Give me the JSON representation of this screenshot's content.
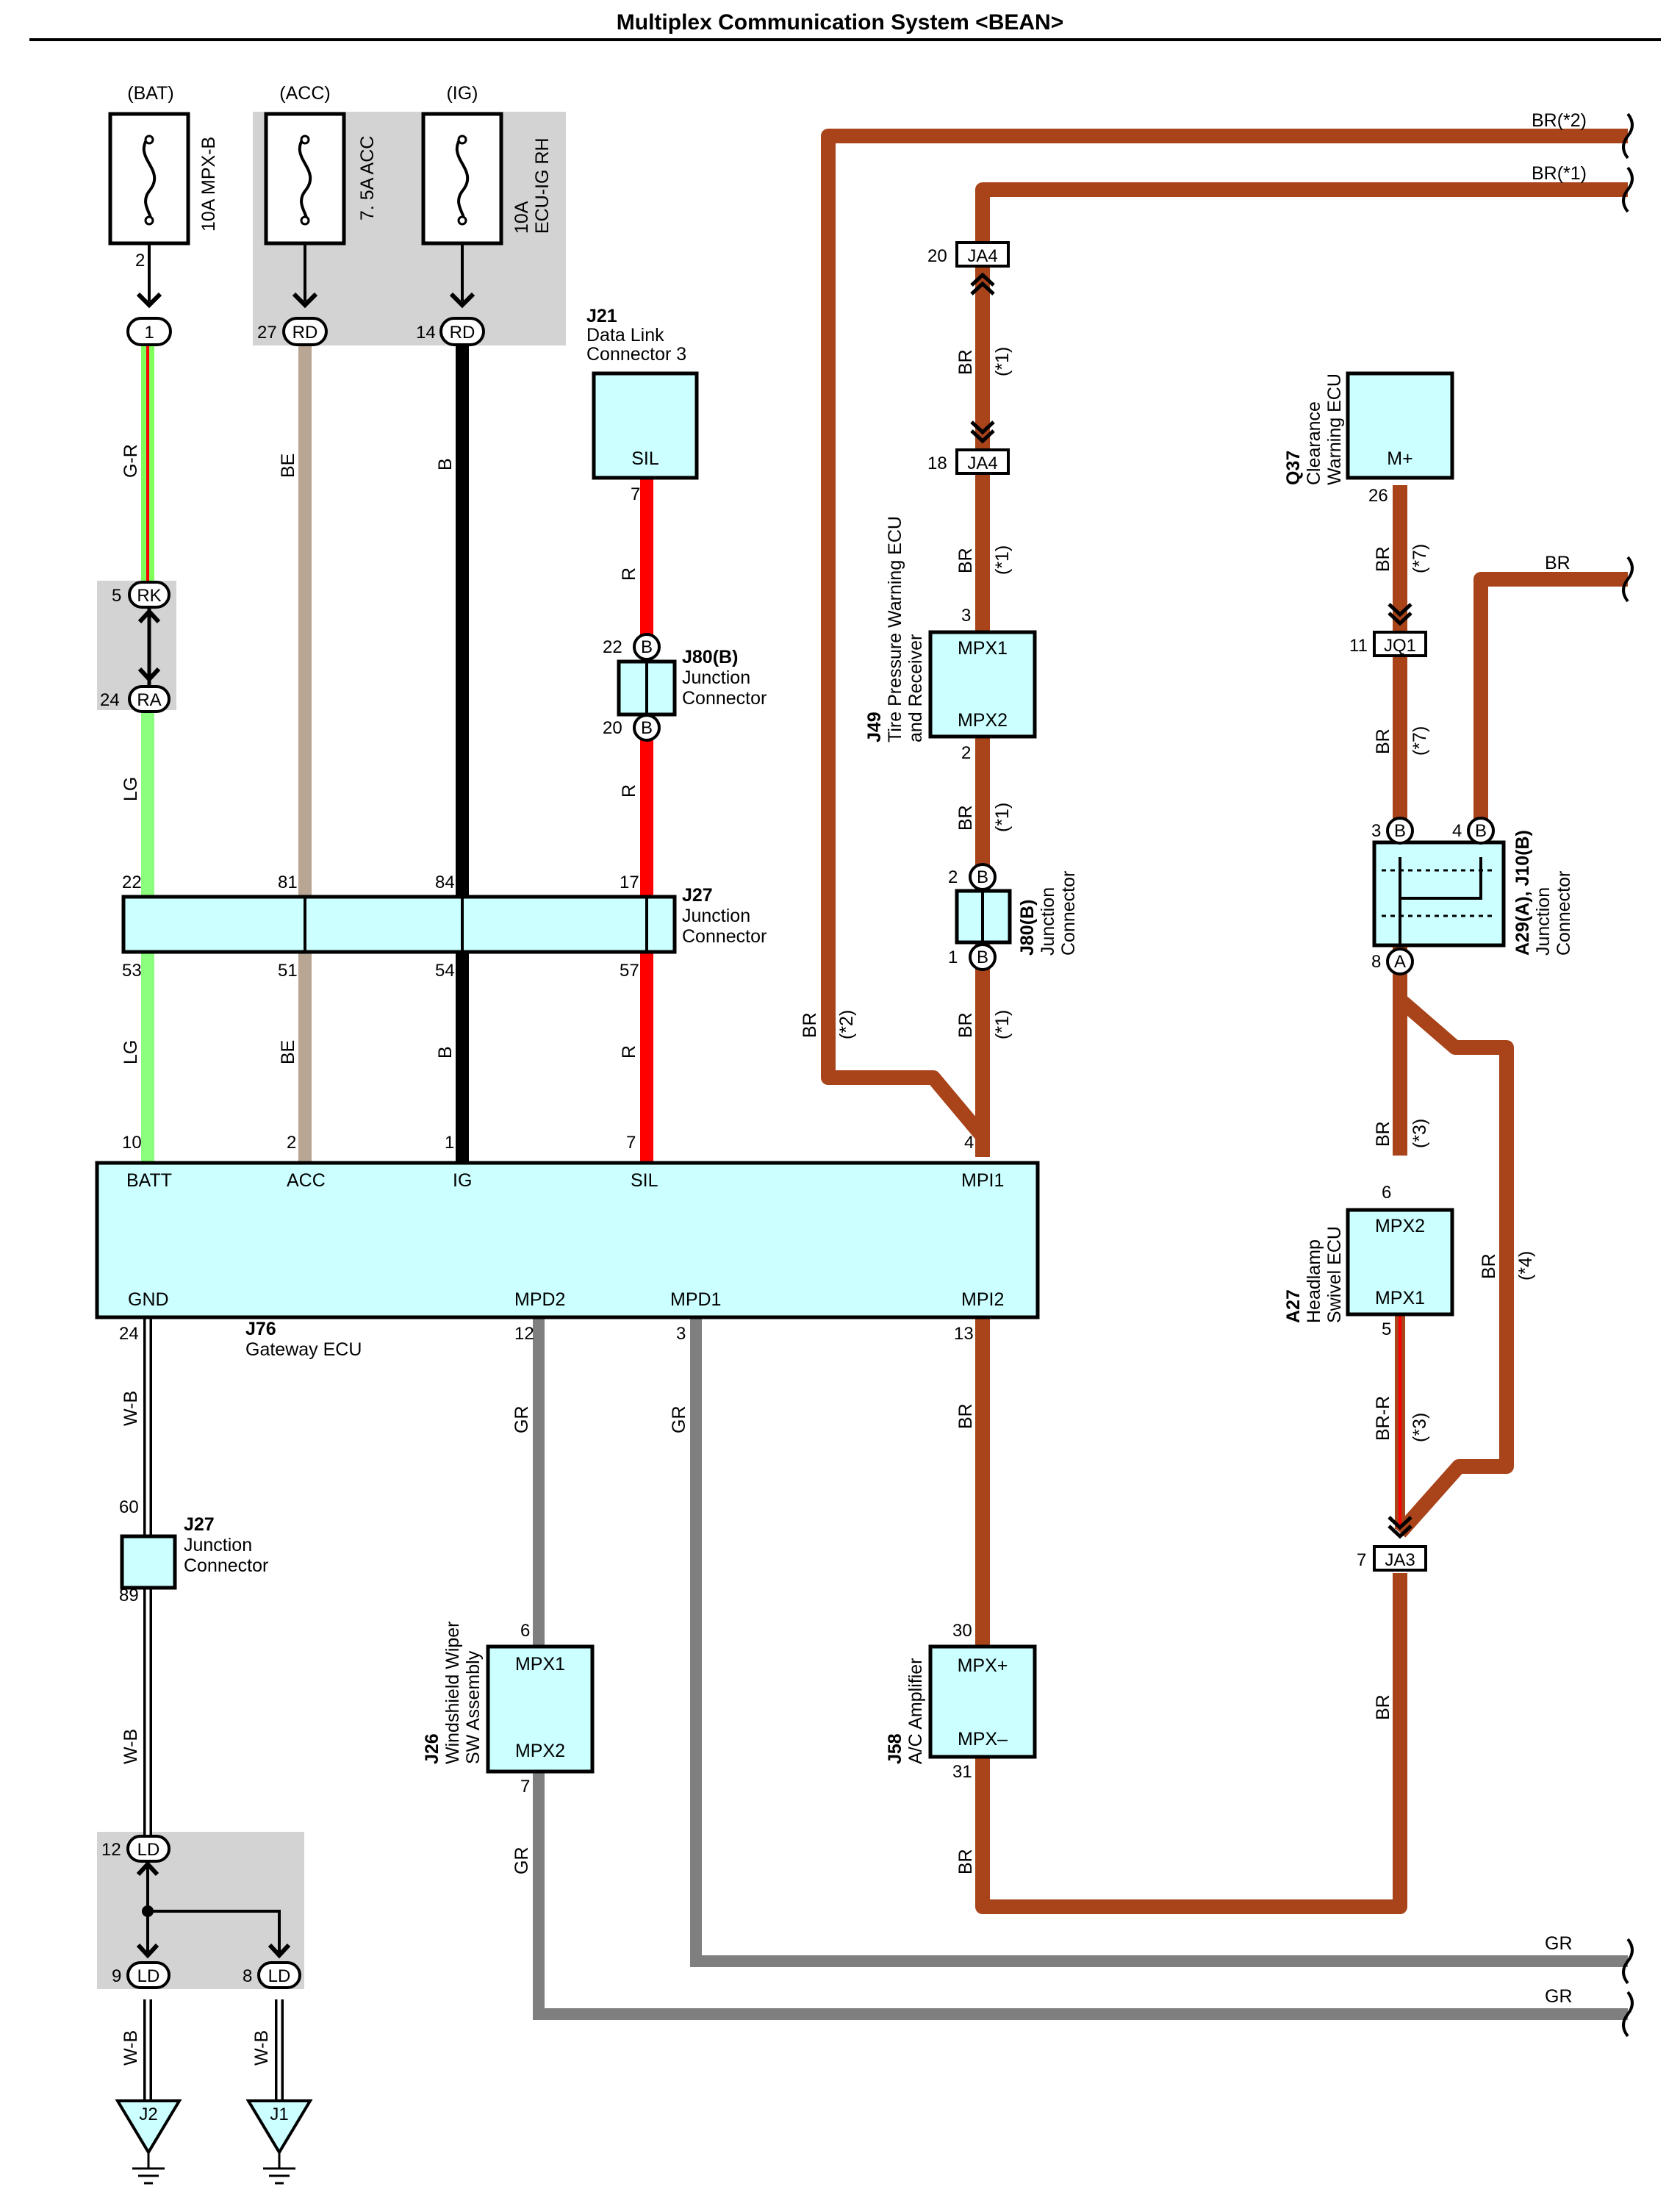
{
  "title": "Multiplex Communication System <BEAN>",
  "fuses": [
    {
      "supply": "(BAT)",
      "name": "10A MPX-B",
      "pin": "2",
      "conn": "1",
      "conn_pin": ""
    },
    {
      "supply": "(ACC)",
      "name": "7. 5A ACC",
      "pin": "",
      "conn": "RD",
      "conn_pin": "27"
    },
    {
      "supply": "(IG)",
      "name_line1": "10A",
      "name_line2": "ECU-IG RH",
      "pin": "",
      "conn": "RD",
      "conn_pin": "14"
    }
  ],
  "wire_colors": {
    "BR": "#a8431a",
    "GR": "#7f7f7f",
    "LG": "#8cff7e",
    "B": "#000000",
    "BE": "#b8a593",
    "R": "#ff0000",
    "G": "#7fff5a",
    "WB": "#ffffff",
    "box_fill": "#ccffff",
    "shade": "#d3d3d3"
  },
  "wire_labels": {
    "g_r": "G-R",
    "lg": "LG",
    "be": "BE",
    "b": "B",
    "r": "R",
    "br": "BR",
    "br_1": "(*1)",
    "br_2": "(*2)",
    "br_3": "(*3)",
    "br_4": "(*4)",
    "br_7": "(*7)",
    "wb": "W-B",
    "gr": "GR",
    "br_r": "BR-R",
    "right_br2": "BR(*2)",
    "right_br1": "BR(*1)",
    "right_br": "BR",
    "right_gr1": "GR",
    "right_gr2": "GR"
  },
  "connectors": {
    "rk": {
      "code": "RK",
      "pin": "5"
    },
    "ra": {
      "code": "RA",
      "pin": "24"
    },
    "ja4_top": {
      "code": "JA4",
      "pin": "20"
    },
    "ja4_bot": {
      "code": "JA4",
      "pin": "18"
    },
    "jq1": {
      "code": "JQ1",
      "pin": "11"
    },
    "ja3": {
      "code": "JA3",
      "pin": "7"
    },
    "ld12": {
      "code": "LD",
      "pin": "12"
    },
    "ld9": {
      "code": "LD",
      "pin": "9"
    },
    "ld8": {
      "code": "LD",
      "pin": "8"
    },
    "b_letter": "B",
    "a_letter": "A"
  },
  "components": {
    "j21": {
      "id": "J21",
      "name_line1": "Data Link",
      "name_line2": "Connector 3",
      "terminal": "SIL",
      "pin": "7"
    },
    "j80_top": {
      "id": "J80(B)",
      "name_line1": "Junction",
      "name_line2": "Connector",
      "pin_a": "22",
      "pin_b": "20"
    },
    "j27_top": {
      "id": "J27",
      "name_line1": "Junction",
      "name_line2": "Connector",
      "pins_top": [
        "22",
        "81",
        "84",
        "17"
      ],
      "pins_bottom": [
        "53",
        "51",
        "54",
        "57"
      ]
    },
    "j76": {
      "id": "J76",
      "name": "Gateway ECU",
      "top_terminals": [
        "BATT",
        "ACC",
        "IG",
        "SIL",
        "MPI1"
      ],
      "top_pins": [
        "10",
        "2",
        "1",
        "7",
        "4"
      ],
      "bottom_terminals": [
        "GND",
        "MPD2",
        "MPD1",
        "MPI2"
      ],
      "bottom_pins": [
        "24",
        "12",
        "3",
        "13"
      ]
    },
    "j49": {
      "id": "J49",
      "name_line1": "Tire Pressure Warning ECU",
      "name_line2": "and Receiver",
      "t1": "MPX1",
      "t2": "MPX2",
      "pin1": "3",
      "pin2": "2"
    },
    "j80_mid": {
      "id": "J80(B)",
      "name_line1": "Junction",
      "name_line2": "Connector",
      "pin_a": "2",
      "pin_b": "1"
    },
    "q37": {
      "id": "Q37",
      "name_line1": "Clearance",
      "name_line2": "Warning ECU",
      "terminal": "M+",
      "pin": "26"
    },
    "a29": {
      "id": "A29(A), J10(B)",
      "name_line1": "Junction",
      "name_line2": "Connector",
      "pin3": "3",
      "pin4": "4",
      "pin8": "8"
    },
    "a27": {
      "id": "A27",
      "name_line1": "Headlamp",
      "name_line2": "Swivel ECU",
      "t1": "MPX2",
      "t2": "MPX1",
      "pin1": "6",
      "pin2": "5"
    },
    "j27_bot": {
      "id": "J27",
      "name_line1": "Junction",
      "name_line2": "Connector",
      "pin_a": "60",
      "pin_b": "89"
    },
    "j26": {
      "id": "J26",
      "name_line1": "Windshield Wiper",
      "name_line2": "SW Assembly",
      "t1": "MPX1",
      "t2": "MPX2",
      "pin1": "6",
      "pin2": "7"
    },
    "j58": {
      "id": "J58",
      "name": "A/C Amplifier",
      "t1": "MPX+",
      "t2": "MPX–",
      "pin1": "30",
      "pin2": "31"
    },
    "grounds": [
      "J2",
      "J1"
    ]
  }
}
